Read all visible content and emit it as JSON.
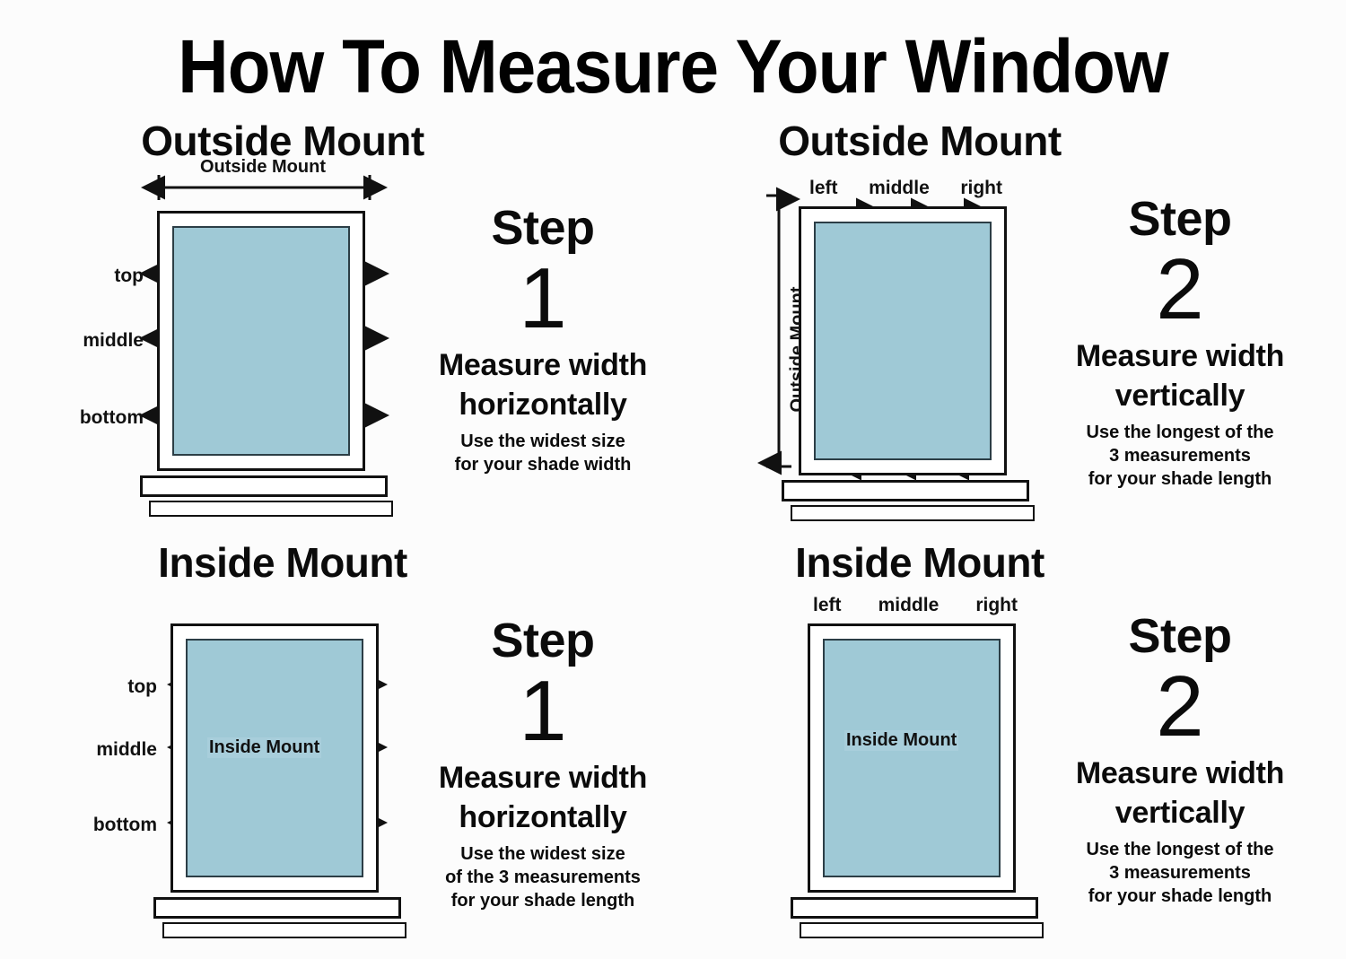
{
  "title": "How To Measure Your Window",
  "glass_color": "#9fc9d6",
  "line_color": "#111111",
  "panels": {
    "top_left": {
      "heading": "Outside Mount",
      "dimension_caption": "Outside Mount",
      "row_labels": [
        "top",
        "middle",
        "bottom"
      ],
      "step": {
        "word": "Step",
        "number": "1",
        "headline_line1": "Measure width",
        "headline_line2": "horizontally",
        "sub_line1": "Use the widest size",
        "sub_line2": "for your shade width",
        "sub_line3": ""
      }
    },
    "top_right": {
      "heading": "Outside Mount",
      "dimension_caption": "Outside Mount",
      "column_labels": [
        "left",
        "middle",
        "right"
      ],
      "step": {
        "word": "Step",
        "number": "2",
        "headline_line1": "Measure width",
        "headline_line2": "vertically",
        "sub_line1": "Use the longest of the",
        "sub_line2": "3 measurements",
        "sub_line3": "for your shade length"
      }
    },
    "bottom_left": {
      "heading": "Inside Mount",
      "dimension_caption": "Inside Mount",
      "row_labels": [
        "top",
        "middle",
        "bottom"
      ],
      "step": {
        "word": "Step",
        "number": "1",
        "headline_line1": "Measure width",
        "headline_line2": "horizontally",
        "sub_line1": "Use the widest size",
        "sub_line2": "of the 3 measurements",
        "sub_line3": "for your shade length"
      }
    },
    "bottom_right": {
      "heading": "Inside Mount",
      "dimension_caption": "Inside Mount",
      "column_labels": [
        "left",
        "middle",
        "right"
      ],
      "step": {
        "word": "Step",
        "number": "2",
        "headline_line1": "Measure width",
        "headline_line2": "vertically",
        "sub_line1": "Use the longest of the",
        "sub_line2": "3 measurements",
        "sub_line3": "for your shade length"
      }
    }
  }
}
